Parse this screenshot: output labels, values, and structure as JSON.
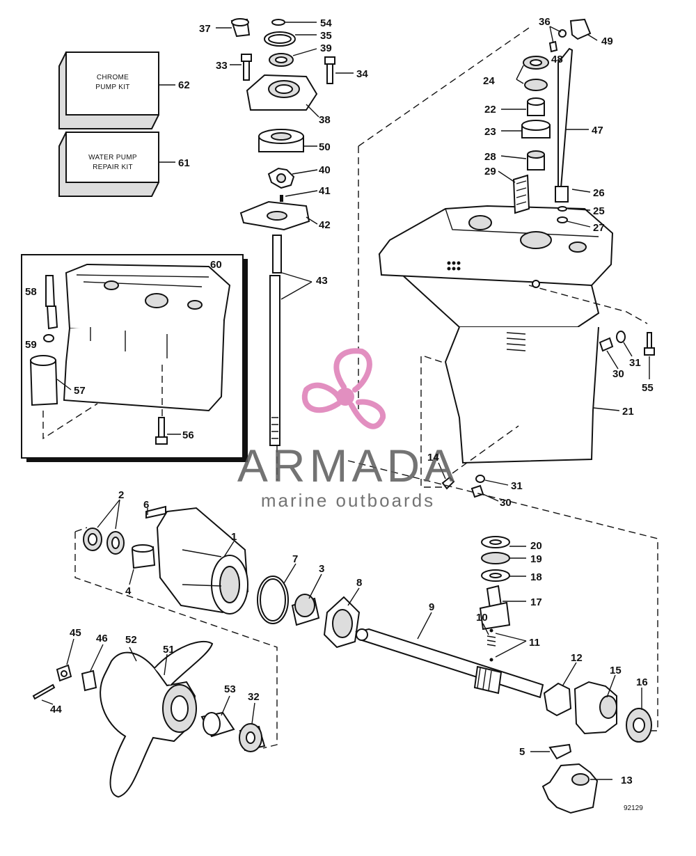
{
  "kits": [
    {
      "id": "62",
      "line1": "CHROME",
      "line2": "PUMP KIT"
    },
    {
      "id": "61",
      "line1": "WATER PUMP",
      "line2": "REPAIR KIT"
    }
  ],
  "watermark": {
    "brand": "ARMADA",
    "tagline": "marine outboards",
    "brand_color": "#e28fc0"
  },
  "drawing_code": "92129",
  "callouts": {
    "n1": "1",
    "n2": "2",
    "n3": "3",
    "n4": "4",
    "n5": "5",
    "n6": "6",
    "n7": "7",
    "n8": "8",
    "n9": "9",
    "n10": "10",
    "n11": "11",
    "n12": "12",
    "n13": "13",
    "n14": "14",
    "n15": "15",
    "n16": "16",
    "n17": "17",
    "n18": "18",
    "n19": "19",
    "n20": "20",
    "n21": "21",
    "n22": "22",
    "n23": "23",
    "n24": "24",
    "n25": "25",
    "n26": "26",
    "n27": "27",
    "n28": "28",
    "n29": "29",
    "n30a": "30",
    "n30b": "30",
    "n31a": "31",
    "n31b": "31",
    "n32": "32",
    "n33": "33",
    "n34": "34",
    "n35": "35",
    "n36": "36",
    "n37": "37",
    "n38": "38",
    "n39": "39",
    "n40": "40",
    "n41": "41",
    "n42": "42",
    "n43": "43",
    "n44": "44",
    "n45": "45",
    "n46": "46",
    "n47": "47",
    "n48": "48",
    "n49": "49",
    "n50": "50",
    "n51": "51",
    "n52": "52",
    "n53": "53",
    "n54": "54",
    "n55": "55",
    "n56": "56",
    "n57": "57",
    "n58": "58",
    "n59": "59",
    "n60": "60",
    "n61": "61",
    "n62": "62"
  }
}
